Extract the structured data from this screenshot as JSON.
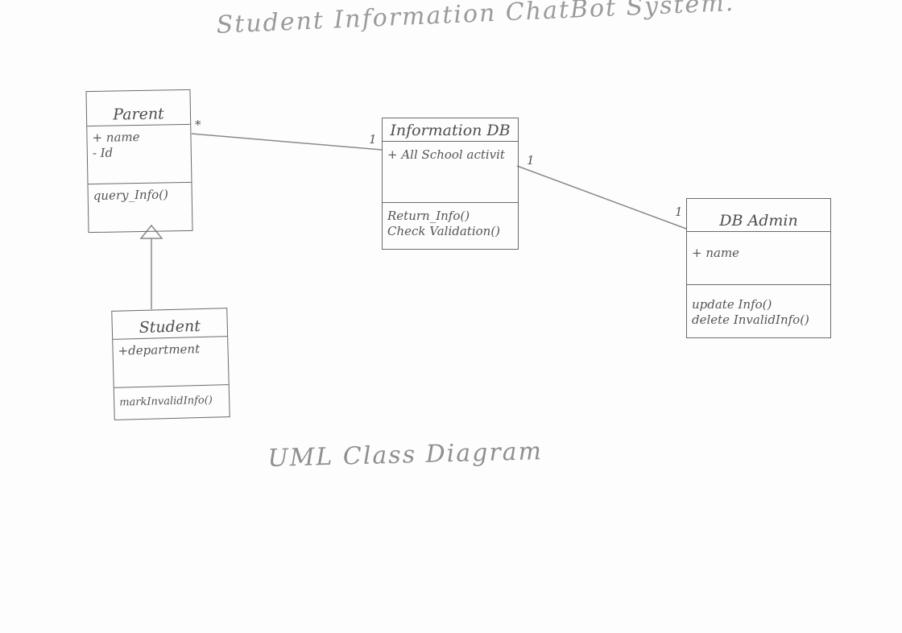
{
  "title": "Student Information ChatBot System.",
  "subtitle": "UML Class Diagram",
  "classes": {
    "parent": {
      "name": "Parent",
      "attributes": [
        "+ name",
        "- Id"
      ],
      "methods": [
        "query_Info()"
      ]
    },
    "information_db": {
      "name": "Information DB",
      "attributes": [
        "+ All School activit"
      ],
      "methods": [
        "Return_Info()",
        "Check Validation()"
      ]
    },
    "db_admin": {
      "name": "DB Admin",
      "attributes": [
        "+ name"
      ],
      "methods": [
        "update Info()",
        "delete InvalidInfo()"
      ]
    },
    "student": {
      "name": "Student",
      "attributes": [
        "+department"
      ],
      "methods": [
        "markInvalidInfo()"
      ]
    }
  },
  "associations": {
    "parent_infodb": {
      "from": "*",
      "to": "1"
    },
    "infodb_admin": {
      "from": "1",
      "to": "1"
    }
  },
  "colors": {
    "ink": "#6a6a6a",
    "paper": "#fdfdfd"
  }
}
